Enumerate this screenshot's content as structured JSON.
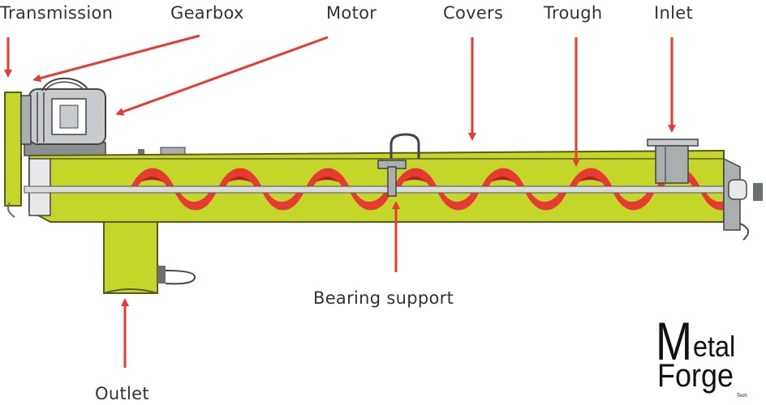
{
  "labels": {
    "transmission": "Transmission",
    "gearbox": "Gearbox",
    "motor": "Motor",
    "covers": "Covers",
    "trough": "Trough",
    "inlet": "Inlet",
    "bearing_support": "Bearing support",
    "outlet": "Outlet"
  },
  "logo": {
    "text": "Metal Forge Tech",
    "m": "M",
    "etal": "etal",
    "forge": "Forge",
    "tech": "Tech"
  },
  "colors": {
    "trough": "#c5d62a",
    "trough_outline": "#5a5a1a",
    "flight": "#e63a32",
    "flight_dark": "#b0241f",
    "shaft": "#d8dcdc",
    "metal": "#a9aeb1",
    "metal_dark": "#6b6f72",
    "arrow": "#e63a32"
  }
}
